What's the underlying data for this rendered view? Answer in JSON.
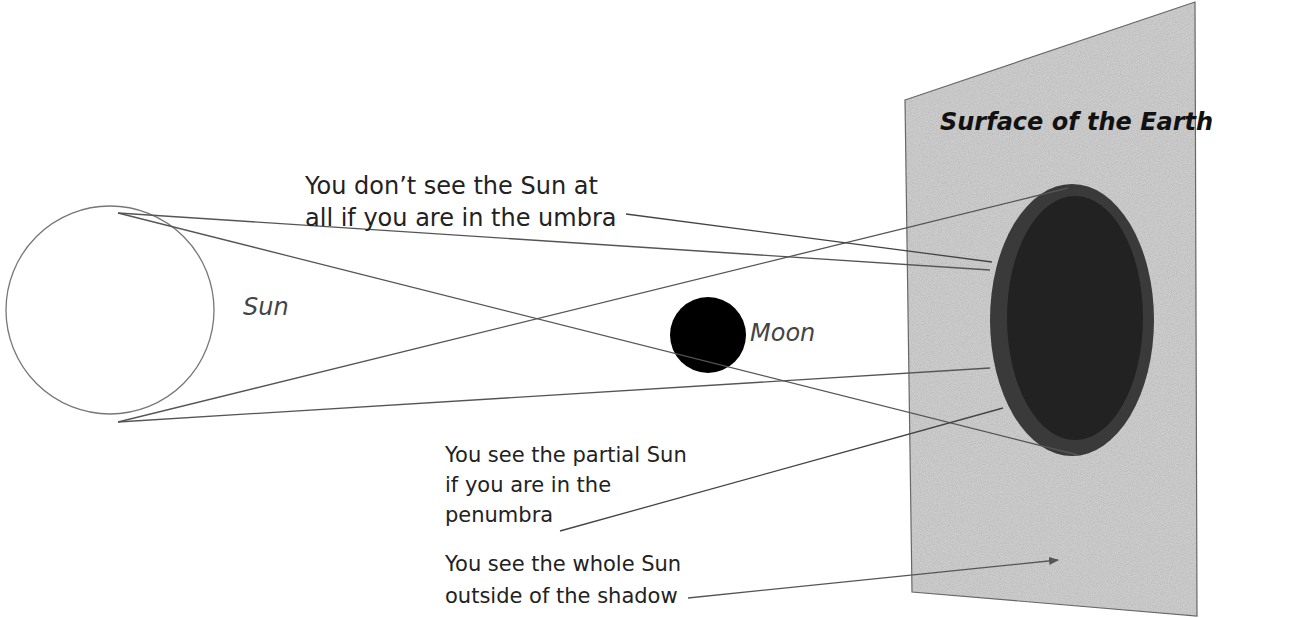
{
  "diagram": {
    "nodes": [
      {
        "text": [
          "Sun"
        ]
      },
      {
        "text": [
          "Moon"
        ]
      },
      {
        "text": [
          "Surface of the Earth"
        ]
      }
    ],
    "labels": [
      "You don’t see the Sun at all if you are in the umbra",
      "You see the partial Sun if you are in the penumbra",
      "You see the whole Sun outside of the shadow"
    ]
  }
}
